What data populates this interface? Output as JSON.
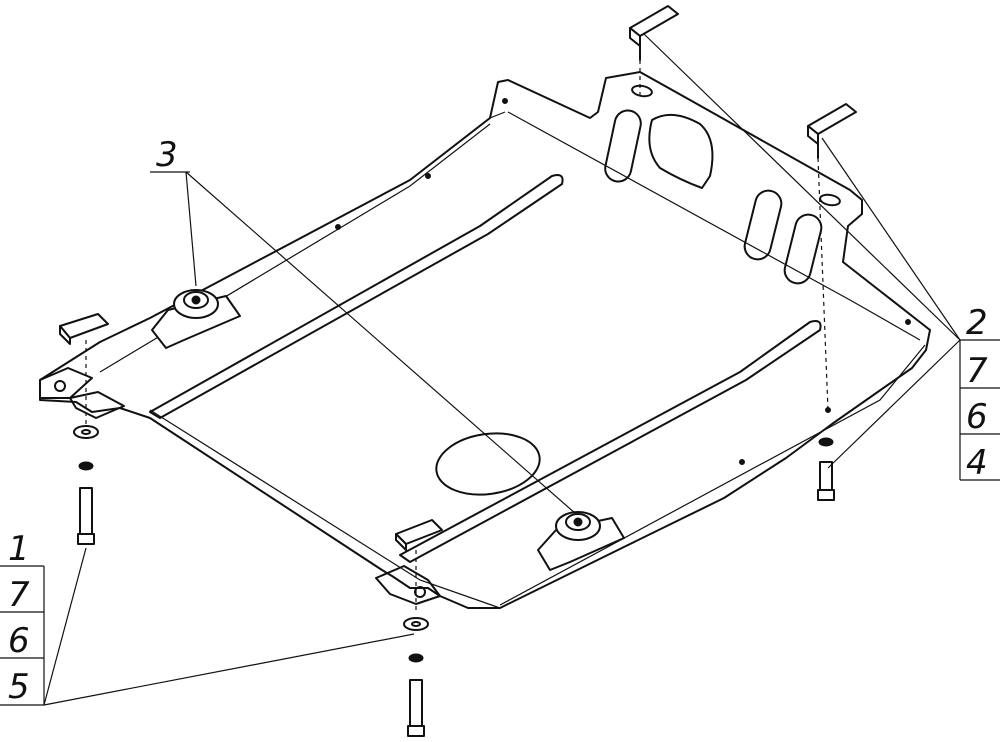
{
  "callouts": {
    "top_left": "3",
    "right_stack": [
      "2",
      "7",
      "6",
      "4"
    ],
    "left_stack": [
      "1",
      "7",
      "6",
      "5"
    ]
  },
  "line_color": "#111111",
  "background_color": "#ffffff"
}
